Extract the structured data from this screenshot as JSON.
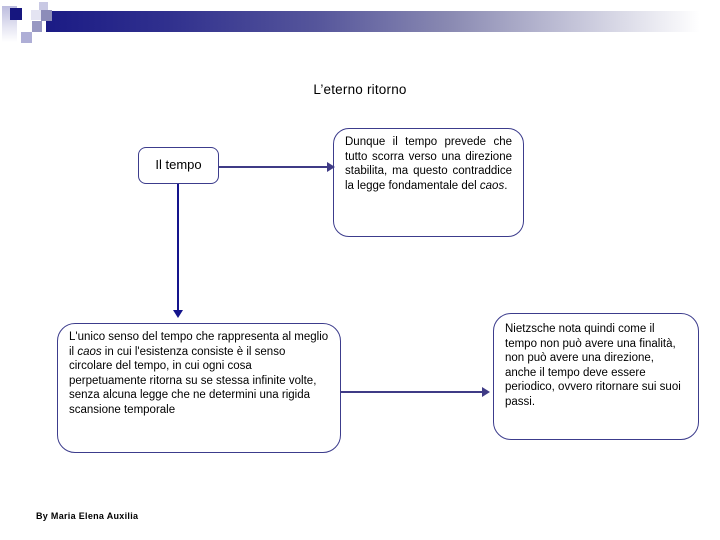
{
  "slide": {
    "title": "L’eterno ritorno",
    "credit": "By Maria Elena Auxilia"
  },
  "boxes": {
    "il_tempo": {
      "text": "Il tempo"
    },
    "dunque": {
      "before": "Dunque il tempo prevede che tutto scorra verso una direzione stabilita, ma questo contraddice la legge fondamentale del ",
      "italic": "caos",
      "after": "."
    },
    "unico_senso": {
      "before": "L'unico senso del tempo che rappresenta al meglio il ",
      "italic": "caos",
      "after": " in cui l'esistenza consiste è il senso circolare del tempo, in cui ogni cosa perpetuamente ritorna su se stessa infinite volte, senza alcuna legge che ne determini una rigida scansione temporale"
    },
    "nietzsche": {
      "text": "Nietzsche nota quindi come il tempo non può avere una finalità, non può avere una direzione, anche il tempo deve essere periodico, ovvero ritornare sui suoi passi."
    }
  },
  "colors": {
    "box_border": "#3c3c8c",
    "arrow_horizontal": "#3f3b86",
    "arrow_vertical": "#14148c",
    "banner_dark": "#1b1b85",
    "banner_navy_square": "#16167f",
    "text": "#000000",
    "background": "#ffffff"
  }
}
